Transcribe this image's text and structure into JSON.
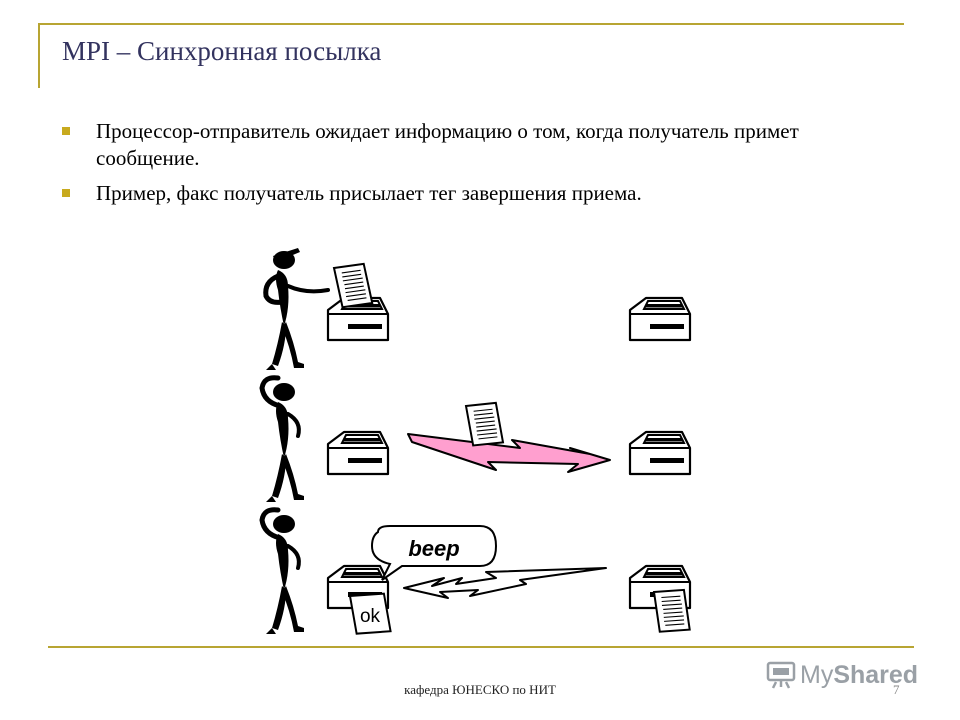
{
  "title": "MPI – Синхронная посылка",
  "bullets": [
    "Процессор-отправитель ожидает информацию о том, когда получатель примет сообщение.",
    "Пример, факс получатель присылает тег завершения приема."
  ],
  "illustration": {
    "speech_bubble": "beep",
    "receipt_label": "ok"
  },
  "footer": "кафедра ЮНЕСКО по НИТ",
  "page_number": "7",
  "watermark": {
    "part1": "My",
    "part2": "Shared"
  },
  "colors": {
    "frame": "#b8a532",
    "title": "#33335f",
    "bullet": "#c8aa1e",
    "arrow_fill": "#ff9fcf"
  }
}
